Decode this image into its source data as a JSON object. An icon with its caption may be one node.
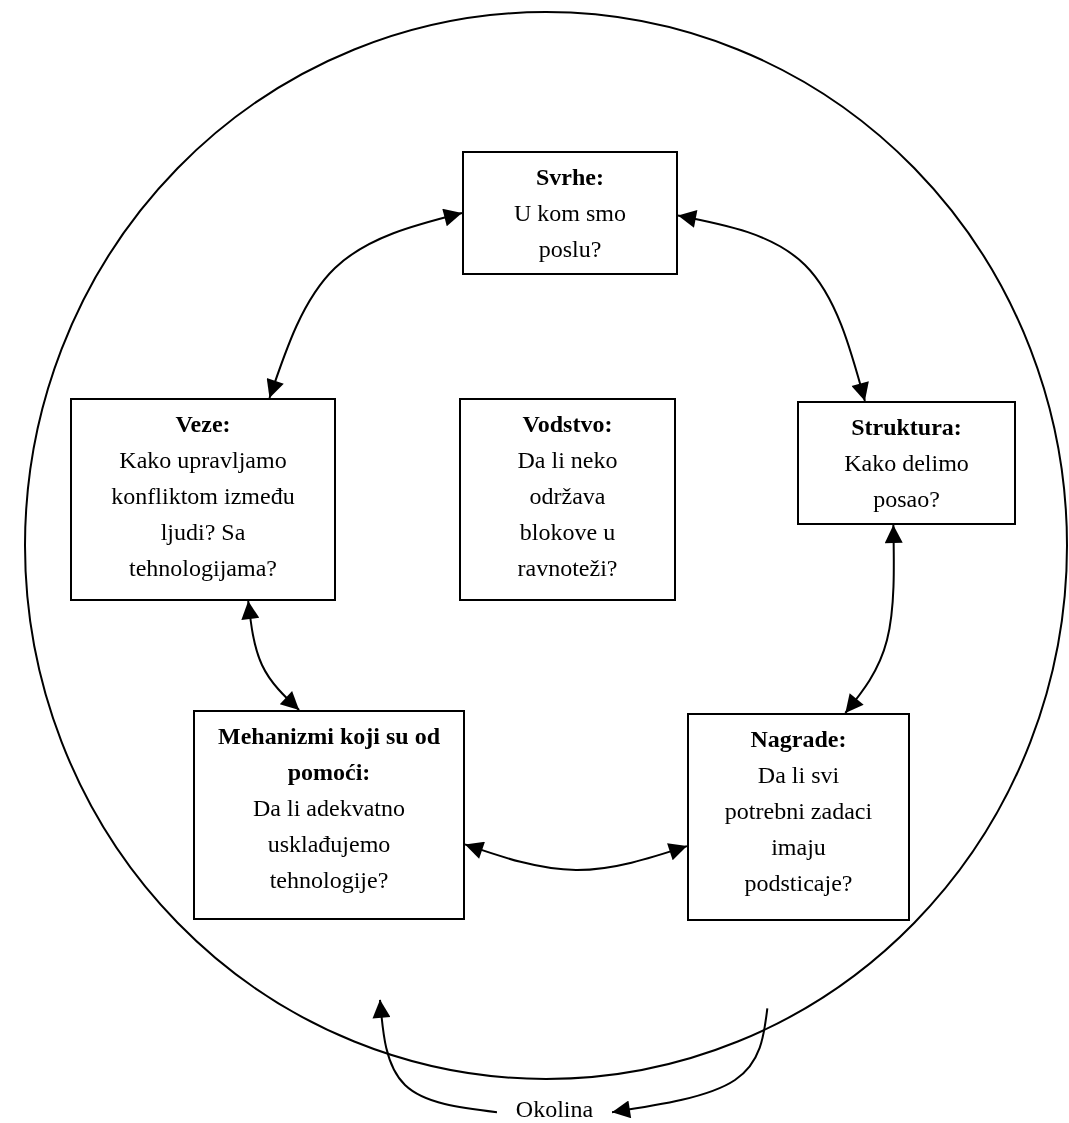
{
  "diagram": {
    "nodes": [
      {
        "text": [],
        "shape": "circle"
      },
      {
        "text": [
          "Svrhe:",
          "U kom smo poslu?"
        ],
        "in": 0
      },
      {
        "text": [
          "Veze:",
          "Kako upravljamo konfliktom između ljudi? Sa tehnologijama?"
        ],
        "in": 0
      },
      {
        "text": [
          "Vodstvo:",
          "Da li neko održava blokove u ravnoteži?"
        ],
        "in": 0
      },
      {
        "text": [
          "Struktura:",
          "Kako delimo posao?"
        ],
        "in": 0
      },
      {
        "text": [
          "Mehanizmi koji su od pomoći:",
          "Da li adekvatno usklađujemo tehnologije?"
        ],
        "in": 0
      },
      {
        "text": [
          "Nagrade:",
          "Da li svi potrebni zadaci imaju podsticaje?"
        ],
        "in": 0
      },
      {
        "text": [
          "Okolina"
        ]
      }
    ],
    "edges": [
      {
        "from": 1,
        "to": 2,
        "arrow": "both"
      },
      {
        "from": 1,
        "to": 4,
        "arrow": "both"
      },
      {
        "from": 4,
        "to": 6,
        "arrow": "both"
      },
      {
        "from": 6,
        "to": 5,
        "arrow": "both"
      },
      {
        "from": 5,
        "to": 2,
        "arrow": "both"
      },
      {
        "from": 7,
        "to": 0,
        "arrow": "to"
      },
      {
        "from": 0,
        "to": 7,
        "arrow": "to"
      }
    ]
  }
}
